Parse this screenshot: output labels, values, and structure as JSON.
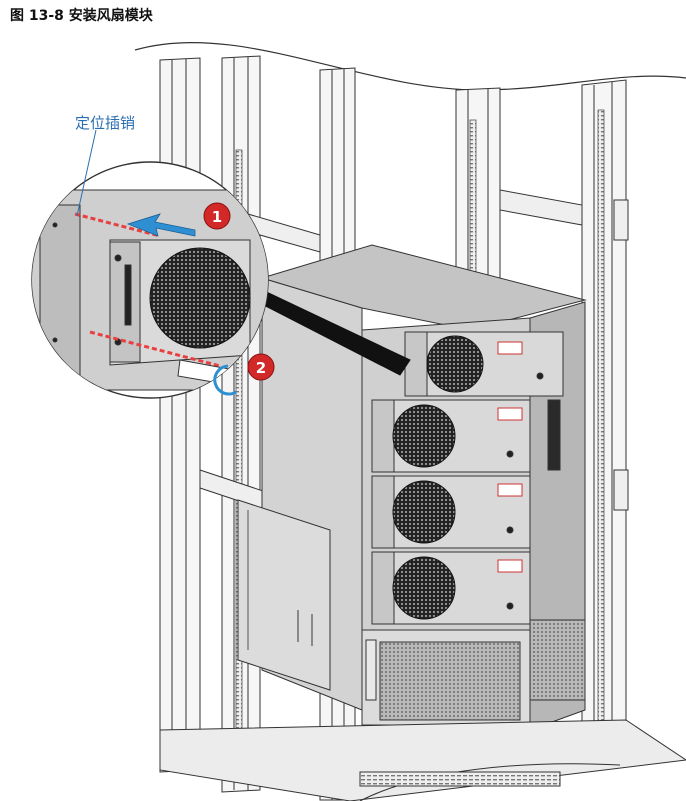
{
  "figure": {
    "title": "图 13-8 安装风扇模块"
  },
  "callouts": {
    "pin_label": "定位插销",
    "step1": "1",
    "step2": "2"
  },
  "colors": {
    "line": "#333333",
    "rack_fill": "#f4f4f4",
    "panel_fill": "#c9c9c9",
    "fan_fill": "#1d1d1d",
    "step_badge": "#d22828",
    "arrow_blue": "#2f8fd3",
    "label_blue": "#2a6fb3",
    "pin_red": "#e84040"
  }
}
